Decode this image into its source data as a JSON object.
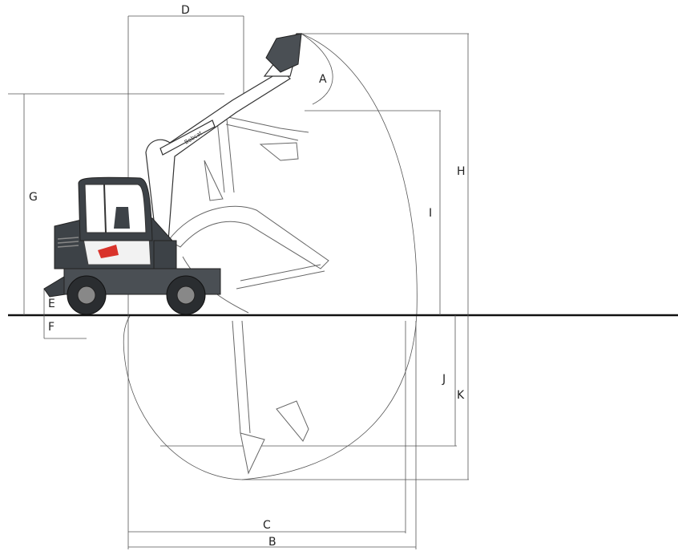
{
  "diagram": {
    "labels": {
      "A": "A",
      "B": "B",
      "C": "C",
      "D": "D",
      "E": "E",
      "F": "F",
      "G": "G",
      "H": "H",
      "I": "I",
      "J": "J",
      "K": "K"
    },
    "boom_decal": "Bobcat",
    "colors": {
      "line": "#555555",
      "ground": "#111111",
      "body": "#3d4247",
      "accent": "#d9332b",
      "wheel": "#2a2d30"
    }
  }
}
